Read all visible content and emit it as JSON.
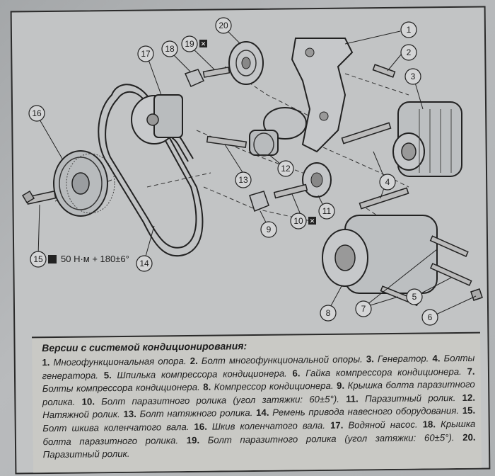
{
  "callouts": [
    {
      "id": "1",
      "label": "1"
    },
    {
      "id": "2",
      "label": "2"
    },
    {
      "id": "3",
      "label": "3"
    },
    {
      "id": "4",
      "label": "4"
    },
    {
      "id": "5",
      "label": "5"
    },
    {
      "id": "6",
      "label": "6"
    },
    {
      "id": "7",
      "label": "7"
    },
    {
      "id": "8",
      "label": "8"
    },
    {
      "id": "9",
      "label": "9"
    },
    {
      "id": "10",
      "label": "10"
    },
    {
      "id": "11",
      "label": "11"
    },
    {
      "id": "12",
      "label": "12"
    },
    {
      "id": "13",
      "label": "13"
    },
    {
      "id": "14",
      "label": "14"
    },
    {
      "id": "15",
      "label": "15"
    },
    {
      "id": "16",
      "label": "16"
    },
    {
      "id": "17",
      "label": "17"
    },
    {
      "id": "18",
      "label": "18"
    },
    {
      "id": "19",
      "label": "19"
    },
    {
      "id": "20",
      "label": "20"
    }
  ],
  "torque_note": "50 Н·м + 180±6°",
  "legend": {
    "title": "Версии с системой кондиционирования:",
    "entries": [
      {
        "num": "1.",
        "text": "Многофункциональная опора."
      },
      {
        "num": "2.",
        "text": "Болт многофункциональной опоры."
      },
      {
        "num": "3.",
        "text": "Генератор."
      },
      {
        "num": "4.",
        "text": "Болты генератора."
      },
      {
        "num": "5.",
        "text": "Шпилька компрессора кондиционера."
      },
      {
        "num": "6.",
        "text": "Гайка компрессора кондиционера."
      },
      {
        "num": "7.",
        "text": "Болты компрессора кондиционера."
      },
      {
        "num": "8.",
        "text": "Компрессор кондиционера."
      },
      {
        "num": "9.",
        "text": "Крышка болта паразитного ролика."
      },
      {
        "num": "10.",
        "text": "Болт паразитного ролика (угол затяжки: 60±5°)."
      },
      {
        "num": "11.",
        "text": "Паразитный ролик."
      },
      {
        "num": "12.",
        "text": "Натяжной ролик."
      },
      {
        "num": "13.",
        "text": "Болт натяжного ролика."
      },
      {
        "num": "14.",
        "text": "Ремень привода навесного оборудования."
      },
      {
        "num": "15.",
        "text": "Болт шкива коленчатого вала."
      },
      {
        "num": "16.",
        "text": "Шкив коленчатого вала."
      },
      {
        "num": "17.",
        "text": "Водяной насос."
      },
      {
        "num": "18.",
        "text": "Крышка болта паразитного ролика."
      },
      {
        "num": "19.",
        "text": "Болт паразитного ролика (угол затяжки: 60±5°)."
      },
      {
        "num": "20.",
        "text": "Паразитный ролик."
      }
    ]
  }
}
